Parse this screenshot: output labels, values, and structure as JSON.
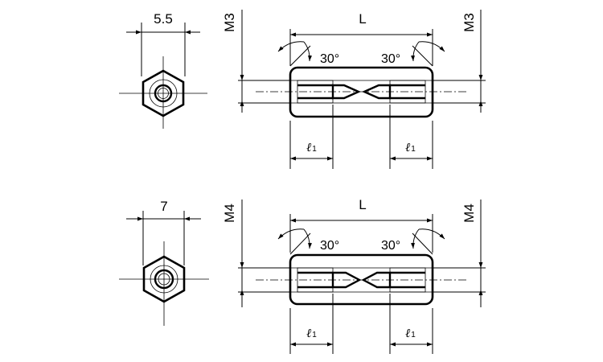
{
  "colors": {
    "line": "#000000",
    "background": "#ffffff"
  },
  "views": [
    {
      "id": "m3",
      "hex_width_label": "5.5",
      "thread_left": "M3",
      "thread_right": "M3",
      "length_label": "L",
      "angle_left": "30°",
      "angle_right": "30°",
      "depth_symbol": "ℓ",
      "depth_sub": "1"
    },
    {
      "id": "m4",
      "hex_width_label": "7",
      "thread_left": "M4",
      "thread_right": "M4",
      "length_label": "L",
      "angle_left": "30°",
      "angle_right": "30°",
      "depth_symbol": "ℓ",
      "depth_sub": "1"
    }
  ]
}
